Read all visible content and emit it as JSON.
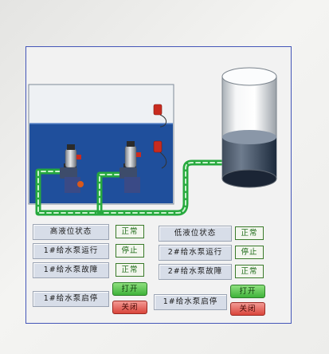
{
  "status_panel": {
    "row1": {
      "left_label": "高液位状态",
      "left_status": "正常",
      "right_label": "低液位状态",
      "right_status": "正常"
    },
    "row2": {
      "left_label": "1#给水泵运行",
      "left_status": "停止",
      "right_label": "2#给水泵运行",
      "right_status": "停止"
    },
    "row3": {
      "left_label": "1#给水泵故障",
      "left_status": "正常",
      "right_label": "2#给水泵故障",
      "right_status": "正常"
    },
    "row4": {
      "left_label": "1#给水泵启停",
      "left_open": "打开",
      "left_close": "关闭",
      "right_label": "1#给水泵启停",
      "right_open": "打开",
      "right_close": "关闭"
    }
  },
  "colors": {
    "panel_border": "#4456b8",
    "basin_water": "#1f4f9c",
    "pipe": "#27a93e",
    "status_text": "#1d6b17",
    "open_button": "#49b944",
    "close_button": "#d9453b",
    "tank_water": "#2c3e5a"
  }
}
